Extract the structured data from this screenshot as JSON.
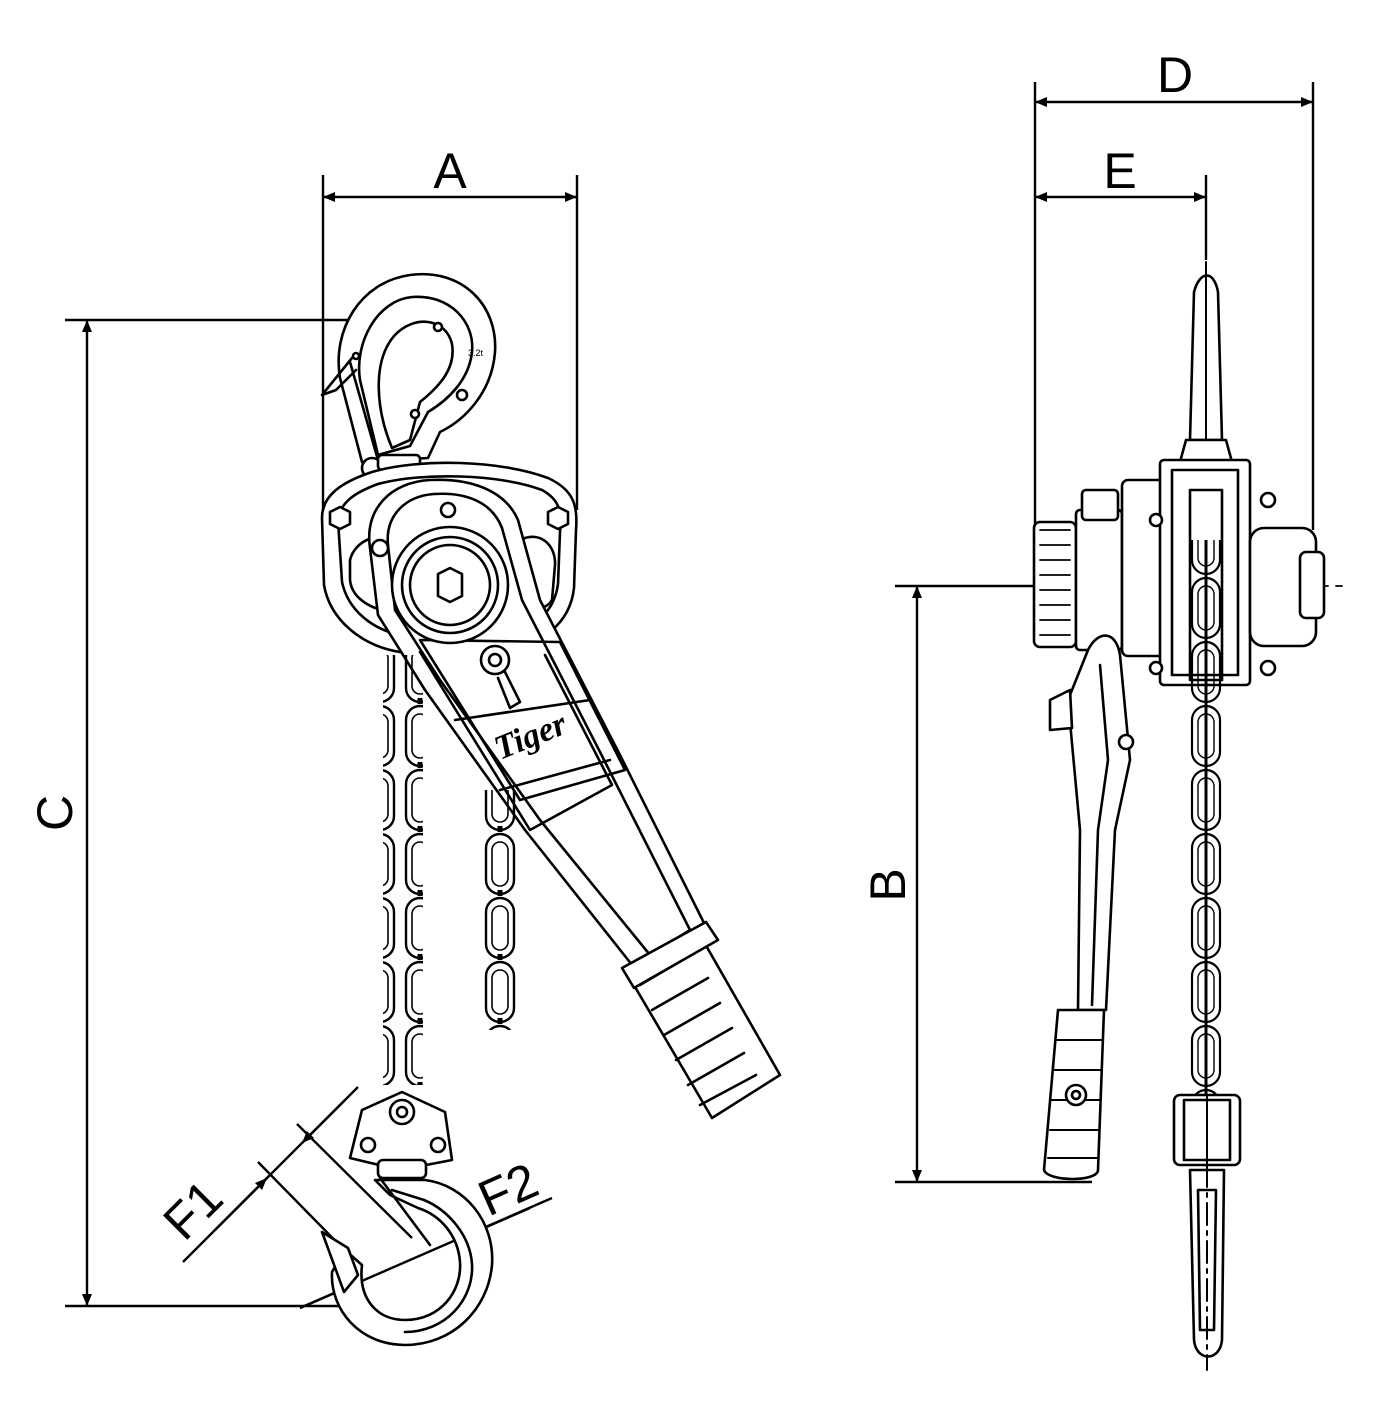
{
  "dimensions": {
    "a": "A",
    "b": "B",
    "c": "C",
    "d": "D",
    "e": "E",
    "f1": "F1",
    "f2": "F2"
  },
  "brand_mark": "Tiger",
  "hook_mark": "3.2t",
  "colors": {
    "line": "#000000",
    "background": "#ffffff"
  }
}
